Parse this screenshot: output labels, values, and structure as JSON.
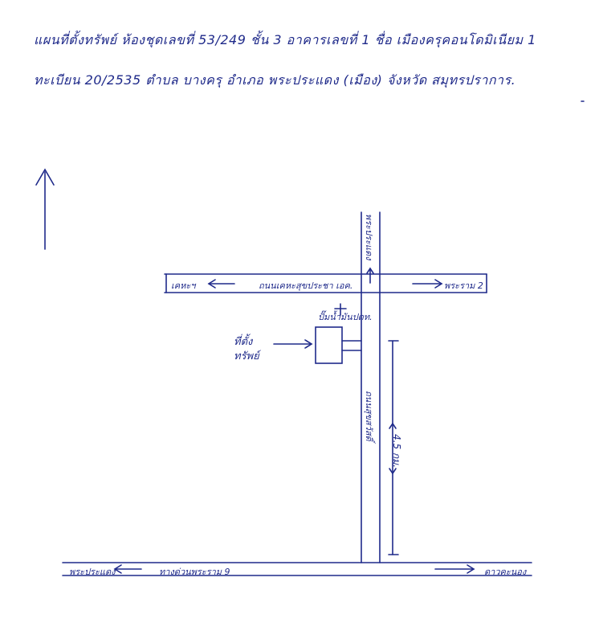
{
  "header": {
    "line1": "แผนที่ตั้งทรัพย์  ห้องชุดเลขที่  53/249  ชั้น 3  อาคารเลขที่ 1  ชื่อ  เมืองครุคอนโดมิเนียม 1",
    "line2": "ทะเบียน  20/2535  ตำบล  บางครุ  อำเภอ  พระประแดง  (เมือง)  จังหวัด สมุทรปราการ."
  },
  "labels": {
    "cross_road_left": "เคหะฯ",
    "cross_road_name": "ถนนเคหะสุขประชา เอค.",
    "cross_road_right": "พระราม 2",
    "vertical_road_top": "พระประแดง",
    "vertical_road_name": "ถนนสุขสวัสดิ์",
    "gas_station": "ปั๊มน้ำมันปตท.",
    "property_label_1": "ที่ตั้ง",
    "property_label_2": "ทรัพย์",
    "distance": "4.5 กม.",
    "bottom_road_left": "พระประแดง",
    "bottom_road_name": "ทางด่วนพระราม 9",
    "bottom_road_right": "ดาวคะนอง"
  },
  "colors": {
    "ink": "#1f2a8a",
    "paper": "#ffffff"
  },
  "icons": {
    "north": "north-arrow-icon"
  }
}
